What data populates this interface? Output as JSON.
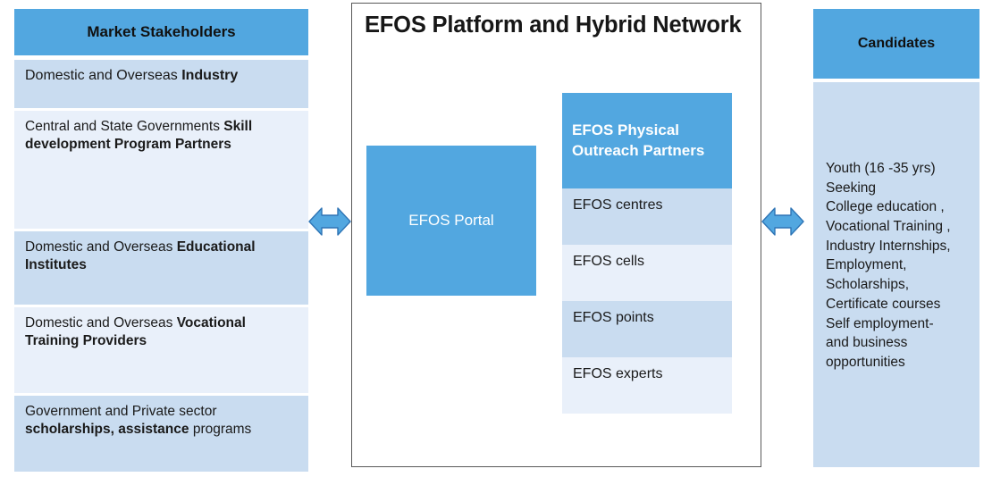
{
  "diagram": {
    "left_panel": {
      "header": "Market Stakeholders",
      "rows": [
        {
          "normal": "Domestic and Overseas ",
          "bold": "Industry"
        },
        {
          "normal": " Central  and State  Governments\n",
          "bold": "Skill development  Program Partners"
        },
        {
          "normal": "Domestic and Overseas\n",
          "bold": "Educational Institutes"
        },
        {
          "normal": "Domestic and Overseas ",
          "bold": "Vocational Training Providers"
        },
        {
          "normal": "Government and Private sector\n",
          "bold": "scholarships, assistance ",
          "trail": "programs"
        }
      ]
    },
    "center_panel": {
      "title": "EFOS Platform and Hybrid Network",
      "portal_label": "EFOS Portal",
      "outreach_label": "EFOS Physical\nOutreach  Partners",
      "items": [
        {
          "label": "EFOS centres"
        },
        {
          "label": "EFOS cells"
        },
        {
          "label": "EFOS points"
        },
        {
          "label": "EFOS experts"
        }
      ]
    },
    "right_panel": {
      "header": "Candidates",
      "body": "Youth  (16 -35 yrs)\nSeeking\nCollege education ,\nVocational Training ,\nIndustry Internships,\nEmployment,\nScholarships,\nCertificate courses\nSelf employment-\nand business\nopportunities"
    },
    "connectors": [
      {
        "name": "left-double-arrow"
      },
      {
        "name": "right-double-arrow"
      }
    ],
    "colors": {
      "accent_blue": "#52A7E0",
      "band_dark": "#C9DCF0",
      "band_light": "#E9F0FA",
      "panel_border": "#595959",
      "arrow_fill": "#52A7E0",
      "arrow_stroke": "#2E74B5"
    }
  }
}
